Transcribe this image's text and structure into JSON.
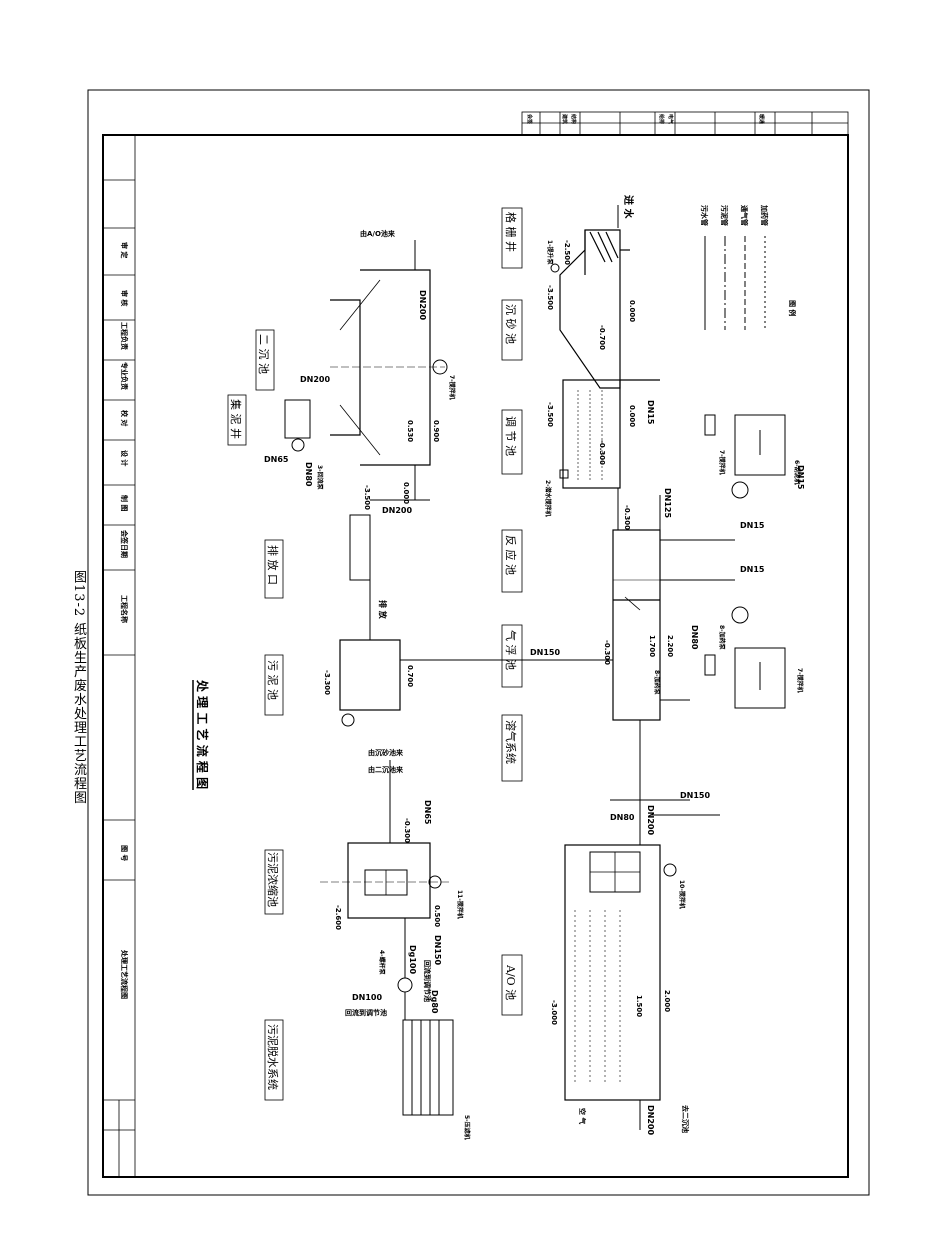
{
  "figure": {
    "caption": "图13-2 纸板生产废水处理工艺流程图",
    "drawing_title": "处 理 工 艺 流 程 图"
  },
  "units": [
    {
      "id": "screen_well",
      "label": "格 栅 井"
    },
    {
      "id": "grit",
      "label": "沉 砂 池"
    },
    {
      "id": "equalization",
      "label": "调 节 池"
    },
    {
      "id": "reaction",
      "label": "反 应 池"
    },
    {
      "id": "flotation",
      "label": "气 浮 池"
    },
    {
      "id": "aeration",
      "label": "溶气系统"
    },
    {
      "id": "ao",
      "label": "A/O 池"
    },
    {
      "id": "secondary",
      "label": "二 沉 池"
    },
    {
      "id": "sludge_well",
      "label": "集 泥 井"
    },
    {
      "id": "outfall",
      "label": "排 放 口"
    },
    {
      "id": "sludge_tank",
      "label": "污 泥 池"
    },
    {
      "id": "thickener",
      "label": "污泥浓缩池"
    },
    {
      "id": "dewatering",
      "label": "污泥脱水系统"
    }
  ],
  "annotations": {
    "inflow": "进 水",
    "discharge": "排 放",
    "from_ao": "由A/O池来",
    "to_secondary": "去二沉池",
    "from_grit": "由沉砂池来",
    "from_secondary": "由二沉池来",
    "to_equalization_1": "回流到调节池",
    "to_equalization_2": "回流到调节池",
    "air": "空 气",
    "legend_title": "图 例"
  },
  "pipe_sizes": {
    "p1": "DN15",
    "p2": "DN15",
    "p3": "DN15",
    "p4": "DN15",
    "p5": "DN125",
    "p6": "DN80",
    "p7": "DN150",
    "p8": "DN150",
    "p9": "DN200",
    "p10": "DN80",
    "p11": "DN200",
    "p12": "DN200",
    "p13": "DN65",
    "p14": "DN80",
    "p15": "DN200",
    "p16": "DN65",
    "p17": "DN150",
    "p18": "Dg100",
    "p19": "DN100",
    "p20": "Dg80"
  },
  "elevations": {
    "e1": "-2.500",
    "e2": "-3.500",
    "e3": "0.000",
    "e4": "-0.700",
    "e5": "-3.500",
    "e6": "0.000",
    "e7": "-0.300",
    "e8": "-0.300",
    "e9": "-0.300",
    "e10": "0.700",
    "e11": "-3.300",
    "e12": "2.200",
    "e13": "1.700",
    "e14": "2.000",
    "e15": "1.500",
    "e16": "-3.000",
    "e17": "0.900",
    "e18": "0.530",
    "e19": "-3.500",
    "e20": "0.000",
    "e21": "-0.300",
    "e22": "0.500",
    "e23": "-2.600"
  },
  "equipment": [
    {
      "id": "m1",
      "label": "1-提升泵"
    },
    {
      "id": "m2",
      "label": "2-潜水搅拌机"
    },
    {
      "id": "m3",
      "label": "3-回流泵"
    },
    {
      "id": "m5",
      "label": "5-压滤机"
    },
    {
      "id": "m6",
      "label": "6-刮泥机"
    },
    {
      "id": "m7a",
      "label": "7-搅拌机"
    },
    {
      "id": "m7b",
      "label": "7-搅拌机"
    },
    {
      "id": "m8a",
      "label": "8-加药泵"
    },
    {
      "id": "m8b",
      "label": "8-加药泵"
    },
    {
      "id": "m9",
      "label": "9-刮渣机"
    },
    {
      "id": "m10",
      "label": "10-搅拌机"
    },
    {
      "id": "m11",
      "label": "11-搅拌机"
    },
    {
      "id": "m4",
      "label": "4-螺杆泵"
    }
  ],
  "legend": [
    {
      "label": "污水管"
    },
    {
      "label": "污泥管"
    },
    {
      "label": "通气管"
    },
    {
      "label": "加药管"
    }
  ],
  "title_block": {
    "row_labels": [
      "审 定",
      "审 核",
      "工程负责",
      "专业负责",
      "校 对",
      "设 计",
      "制 图",
      "会签日期"
    ],
    "project": "工程名称",
    "drawing_name": "处理工艺流程图",
    "drawing_no": "图 号",
    "top_sign": [
      "会签",
      "建筑",
      "结构",
      "给排",
      "电气",
      "暖通"
    ]
  }
}
